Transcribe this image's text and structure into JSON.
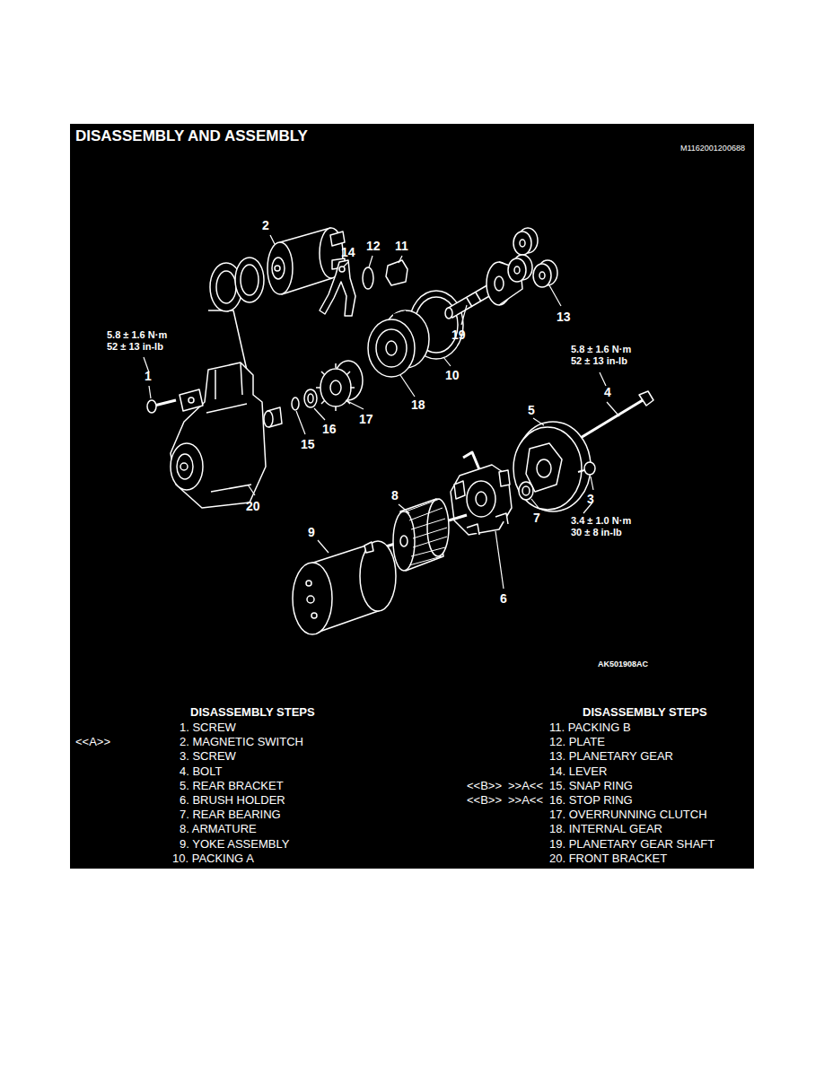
{
  "diagram": {
    "title": "DISASSEMBLY AND ASSEMBLY",
    "labels": [
      "M1162001200688",
      "2",
      "14",
      "12",
      "11",
      "5.8 ± 1.6 N·m",
      "52 ± 13 in-lb",
      "1",
      "13",
      "19",
      "5.8 ± 1.6 N·m",
      "52 ± 13 in-lb",
      "4",
      "10",
      "18",
      "17",
      "16",
      "15",
      "5",
      "8",
      "3",
      "7",
      "3.4 ± 1.0 N·m",
      "30 ± 8 in-lb",
      "20",
      "9",
      "6",
      "AK501908AC",
      "DISASSEMBLY STEPS",
      "1. SCREW",
      "<<A>>",
      "2. MAGNETIC SWITCH",
      "3. SCREW",
      "4. BOLT",
      "5. REAR BRACKET",
      "6. BRUSH HOLDER",
      "7. REAR BEARING",
      "8. ARMATURE",
      "9. YOKE ASSEMBLY",
      "10. PACKING A",
      "DISASSEMBLY STEPS",
      "11. PACKING B",
      "12. PLATE",
      "13. PLANETARY GEAR",
      "14. LEVER",
      "<<B>>",
      ">>A<<",
      "15. SNAP RING",
      "<<B>>",
      ">>A<<",
      "16. STOP RING",
      "17. OVERRUNNING CLUTCH",
      "18. INTERNAL GEAR",
      "19. PLANETARY GEAR SHAFT",
      "20. FRONT BRACKET"
    ]
  }
}
